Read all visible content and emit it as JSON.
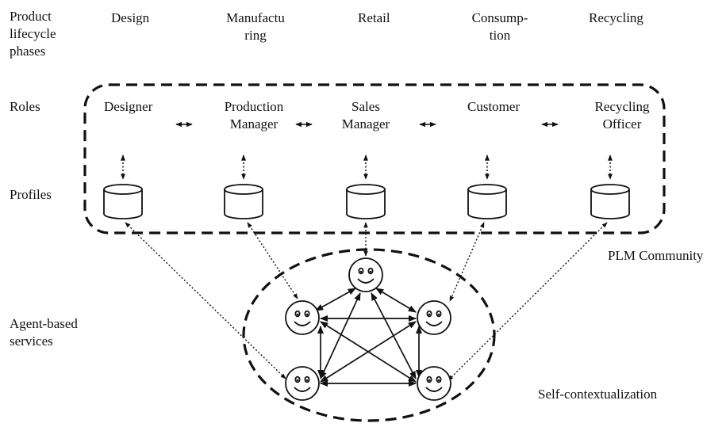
{
  "row_labels": {
    "phases": "Product\nlifecycle\nphases",
    "roles": "Roles",
    "profiles": "Profiles",
    "services": "Agent-based\nservices"
  },
  "phases": [
    "Design",
    "Manufactu\nring",
    "Retail",
    "Consump-\ntion",
    "Recycling"
  ],
  "roles": [
    "Designer",
    "Production\nManager",
    "Sales\nManager",
    "Customer",
    "Recycling\nOfficer"
  ],
  "community_label": "PLM Community",
  "self_context_label": "Self-contextualization"
}
